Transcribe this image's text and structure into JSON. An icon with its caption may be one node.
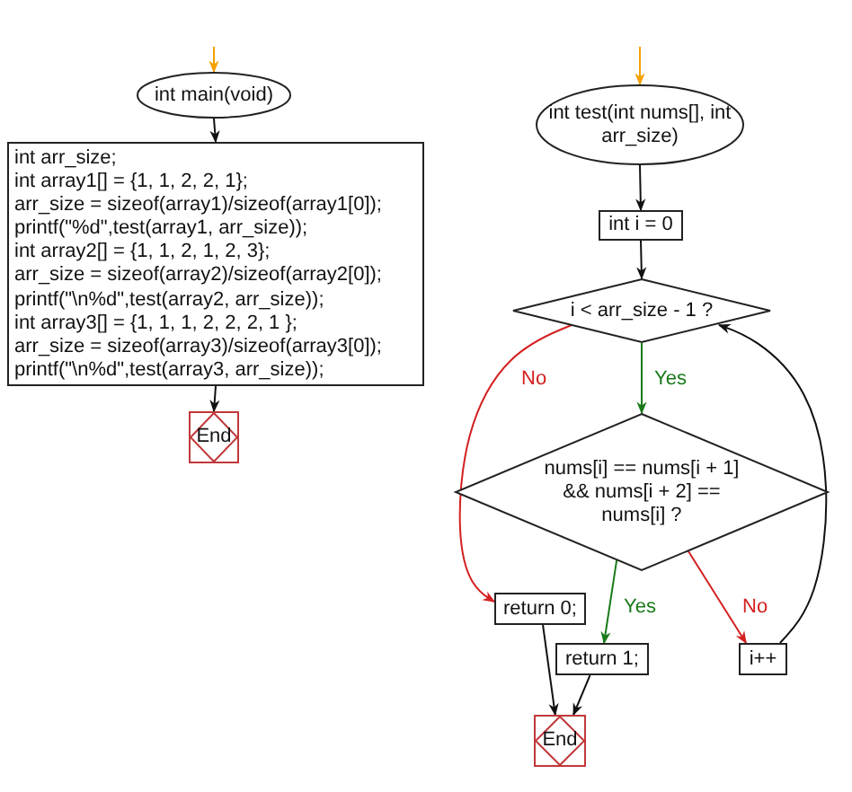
{
  "diagram": {
    "nodes": [
      {
        "text": [
          "int main(void)"
        ]
      },
      {
        "text": [
          "int arr_size;",
          "int array1[] = {1, 1, 2, 2, 1};",
          "arr_size = sizeof(array1)/sizeof(array1[0]);",
          "printf(\"%d\",test(array1, arr_size));",
          "int array2[] = {1, 1, 2, 1, 2, 3};",
          "arr_size = sizeof(array2)/sizeof(array2[0]);",
          "printf(\"\\n%d\",test(array2, arr_size));",
          "int array3[] = {1, 1, 1, 2, 2, 2, 1 };",
          "arr_size = sizeof(array3)/sizeof(array3[0]);",
          "printf(\"\\n%d\",test(array3, arr_size));"
        ]
      },
      {
        "text": [
          "End"
        ]
      },
      {
        "text": [
          "int test(int nums[], int arr_size)"
        ]
      },
      {
        "text": [
          "int i = 0"
        ]
      },
      {
        "text": [
          "i < arr_size - 1 ?"
        ]
      },
      {
        "text": [
          "nums[i] == nums[i + 1] && nums[i + 2] == nums[i] ?"
        ]
      },
      {
        "text": [
          "return 0;"
        ]
      },
      {
        "text": [
          "return 1;"
        ]
      },
      {
        "text": [
          "i++"
        ]
      },
      {
        "text": [
          "End"
        ]
      }
    ],
    "edges": [
      {
        "from": null,
        "to": 0,
        "arrow": "to",
        "color": "#f5a000"
      },
      {
        "from": null,
        "to": 3,
        "arrow": "to",
        "color": "#f5a000"
      },
      {
        "from": 0,
        "to": 1,
        "arrow": "to"
      },
      {
        "from": 1,
        "to": 2,
        "arrow": "to"
      },
      {
        "from": 3,
        "to": 4,
        "arrow": "to"
      },
      {
        "from": 4,
        "to": 5,
        "arrow": "to"
      },
      {
        "from": 5,
        "to": 6,
        "arrow": "to",
        "label": "Yes",
        "color": "#1a7a1a"
      },
      {
        "from": 5,
        "to": 7,
        "arrow": "to",
        "label": "No",
        "color": "#d42020"
      },
      {
        "from": 6,
        "to": 8,
        "arrow": "to",
        "label": "Yes",
        "color": "#1a7a1a"
      },
      {
        "from": 6,
        "to": 9,
        "arrow": "to",
        "label": "No",
        "color": "#d42020"
      },
      {
        "from": 9,
        "to": 5,
        "arrow": "to"
      },
      {
        "from": 7,
        "to": 10,
        "arrow": "to"
      },
      {
        "from": 8,
        "to": 10,
        "arrow": "to"
      }
    ]
  }
}
